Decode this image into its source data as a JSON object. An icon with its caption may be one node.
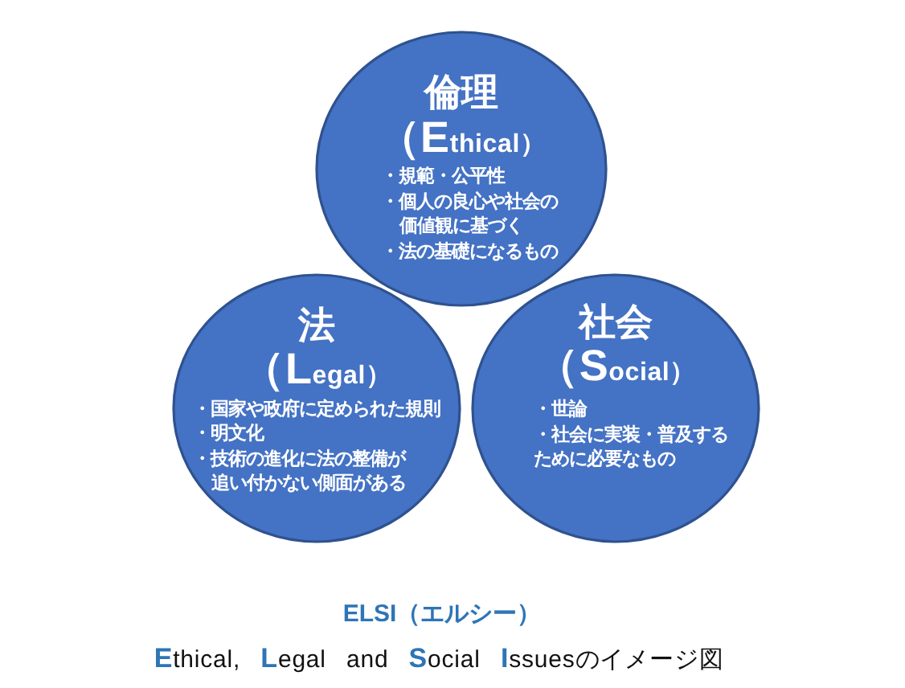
{
  "diagram": {
    "title": "ELSI（エルシー）",
    "caption": "**E**thical, **L**egal and **S**ocial **I**ssuesのイメージ図",
    "nodes": [
      {
        "text": [
          "倫理",
          "（Ethical）",
          "・規範・公平性",
          "・個人の良心や社会の価値観に基づく",
          "・法の基礎になるもの"
        ]
      },
      {
        "text": [
          "法",
          "（Legal）",
          "・国家や政府に定められた規則",
          "・明文化",
          "・技術の進化に法の整備が追い付かない側面がある"
        ]
      },
      {
        "text": [
          "社会",
          "（Social）",
          "・世論",
          "・社会に実装・普及するために必要なもの"
        ]
      }
    ]
  }
}
